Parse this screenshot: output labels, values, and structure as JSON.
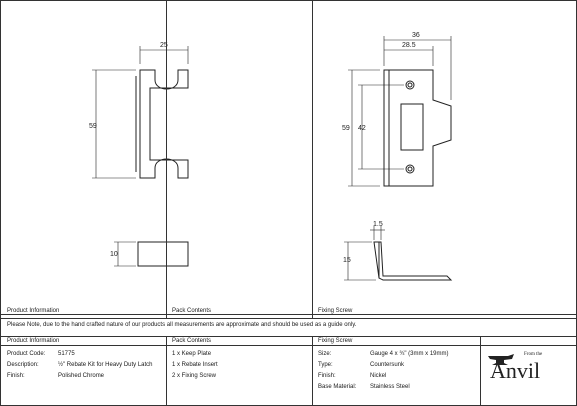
{
  "dimensions": {
    "strip_width": "25",
    "strip_height": "59",
    "insert_height": "10",
    "plate_width": "36",
    "plate_inner_width": "28.5",
    "plate_height": "59",
    "plate_slot_height": "42",
    "screw_head": "1.5",
    "screw_length": "15"
  },
  "panels": {
    "left_header": "Product Information",
    "middle_header": "Pack Contents",
    "right_header": "Fixing Screw"
  },
  "note": "Please Note, due to the hand crafted nature of our products all measurements are approximate and should be used as a guide only.",
  "product_info": [
    {
      "label": "Product Code:",
      "value": "51775"
    },
    {
      "label": "Description:",
      "value": "½\" Rebate Kit for Heavy Duty Latch"
    },
    {
      "label": "Finish:",
      "value": "Polished Chrome"
    }
  ],
  "pack_contents": [
    "1 x Keep Plate",
    "1 x Rebate Insert",
    "2 x Fixing Screw"
  ],
  "fixing_screw": [
    {
      "label": "Size:",
      "value": "Gauge 4 x ¾\" (3mm x 19mm)"
    },
    {
      "label": "Type:",
      "value": "Countersunk"
    },
    {
      "label": "Finish:",
      "value": "Nickel"
    },
    {
      "label": "Base Material:",
      "value": "Stainless Steel"
    }
  ],
  "logo": {
    "small": "From the",
    "word": "Anvil"
  }
}
